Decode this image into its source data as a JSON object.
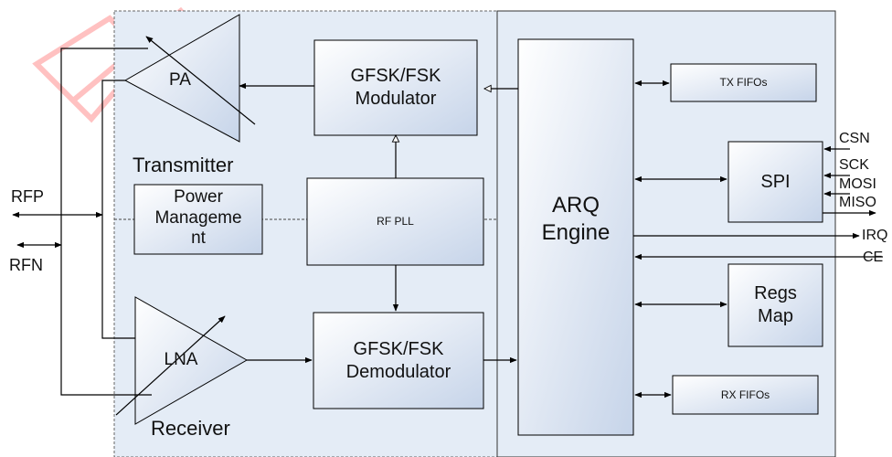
{
  "colors": {
    "panel_fill": "#e4ecf6",
    "block_fill_top": "#ffffff",
    "block_fill_bottom": "#c8d6ea",
    "line": "#000000",
    "watermark": "#ff4040"
  },
  "blocks": {
    "pa": "PA",
    "lna": "LNA",
    "modulator": "GFSK/FSK\nModulator",
    "demodulator": "GFSK/FSK\nDemodulator",
    "rf_pll": "RF PLL",
    "power_management": "Power\nManageme\nnt",
    "arq_engine": "ARQ\nEngine",
    "tx_fifos": "TX FIFOs",
    "rx_fifos": "RX FIFOs",
    "spi": "SPI",
    "regs_map": "Regs\nMap"
  },
  "labels": {
    "transmitter": "Transmitter",
    "receiver": "Receiver",
    "rfp": "RFP",
    "rfn": "RFN"
  },
  "pins": {
    "csn": "CSN",
    "sck": "SCK",
    "mosi": "MOSI",
    "miso": "MISO",
    "irq": "IRQ",
    "ce": "CE"
  }
}
